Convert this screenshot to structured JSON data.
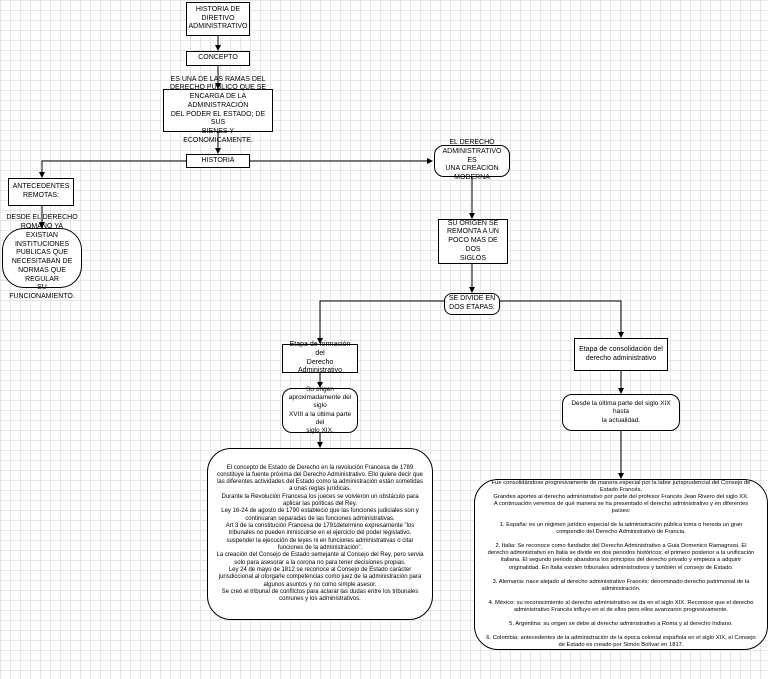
{
  "nodes": {
    "title": "HISTORIA DE\nDIRETIVO\nADMINISTRATIVO",
    "concepto": "CONCEPTO",
    "definicion": "ES UNA DE LAS RAMAS DEL\nDERECHO PUBLICO QUE SE\nENCARGA DE LA ADMINISTRACIÓN\nDEL PODER EL ESTADO; DE SUS\nBIENES Y ECONOMICAMENTE.",
    "historia": "HISTORIA",
    "antecedentes": "ANTECEDENTES\nREMOTAS:",
    "romano": "DESDE EL DERECHO\nROMANO YA EXISTIAN\nINSTITUCIONES\nPUBLICAS QUE\nNECESITABAN DE\nNORMAS QUE REGULAR\nSU FUNCIONAMIENTO.",
    "moderna": "EL DERECHO\nADMINISTRATIVO ES\nUNA CREACION\nMODERNA",
    "origen": "SU ORIGEN SE\nREMONTA A UN\nPOCO MAS DE DOS\nSIGLOS",
    "etapas": "SE DIVIDE EN\nDOS ETAPAS:",
    "formacion": "Etapa de formación del\nDerecho Administrativo",
    "consolidacion": "Etapa de consolidación del\nderecho administrativo",
    "origen_xviii": "Su origen\naproximadamente del siglo\nXVIII a la última parte del\nsiglo XIX.",
    "desde_xix": "Desde la última parte del siglo XIX hasta\nla actualidad.",
    "formacion_detalle": "El concepto de Estado de Derecho en la revolución Francesa de 1789\nconstituye la fuente próxima del Derecho Administrativo. Ello quiere decir que\nlas diferentes actividades del Estado como la administración están sometidas\na unas reglas jurídicas.\nDurante la Revolución Francesa los jueces se volvieron un obstáculo para\naplicar las políticas del Rey.\nLey 16-24 de agosto de 1790 estableció que las funciones judiciales son y\ncontinuaran separadas de las funciones administrativas.\nArt 3 de la constitución Francesa de 1791determino expresamente \"los\ntribunales no pueden inmiscuirse en el ejercicio del poder legislativo,\nsuspender la ejecución de leyes ni en funciones administrativas o citar\nfunciones de la administración\".\nLa creación del Consejo de Estado semejante al Consejo del Rey, pero servia\nsolo para asesorar a la corona no para tener decisiones propias.\nLey 24 de mayo de 1812 se reconoce al Consejo de Estado carácter\njurisdiccional  al otorgarle competencias como juez de la administración para\nalgunos asuntos y no como simple asesor.\nSe creó el tribunal de conflictos para aclarar las dudas entre los tribunales\ncomunes y los administrativos.",
    "consolidacion_detalle": "Fue consolidándose progresivamente de manera especial por la labor jurisprudencial del Consejo de\nEstado Francés.\nGrandes aportes al derecho administrativo por parte del profesor Francés Jean Rivero del siglo XX.\nA continuación veremos de qué manera se ha presentado el derecho administrativo y en diferentes\npaíses:\n\n1. España: es un régimen jurídico especial de la administración pública toma o hereda un gran\ncompendio del Derecho Administrativo de Francia.\n\n2. Italia: Se reconoce como fundador del Derecho Administrativo a Guia Domenico Ramagnosi. El\nderecho administrativo en Italia se divide en dos periodos históricos: el primero posterior a la unificación\nitaliana. El segundo periodo abandona los principios del derecho privado y empieza a adquirir\noriginalidad. En Italia existen tribunales administrativos y también el consejo de Estado.\n\n3. Alemania: nace alejado al derecho administrativo Francés: denominado derecho patrimonial de la\nadministración.\n\n4. México: su reconocimiento al derecho administrativo se da en el siglo XIX. Reconoce que el derecho\nadministrativo Francés influyo en el de ellos pero ellos avanzaron progresivamente.\n\n5. Argentina: su origen se debe al derecho administrativo a Roma y al derecho Indiano.\n\n6. Colombia: antecedentes de la administración de la época colonial española en el siglo XIX, el Consejo\nde Estado es creado por Simón Bolívar en 1817."
  }
}
